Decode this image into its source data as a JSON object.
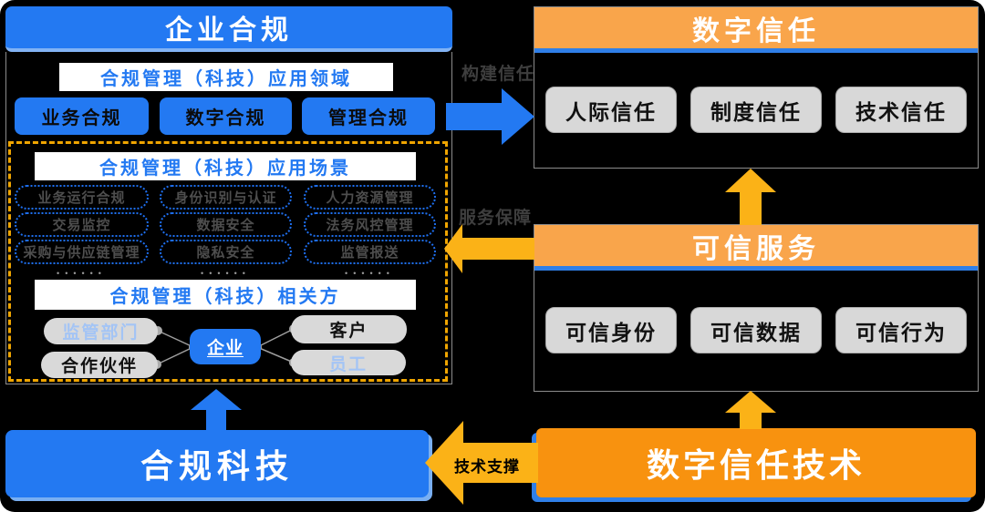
{
  "colors": {
    "blue": "#2379F2",
    "light_blue_edge": "#82B3F4",
    "orange_header": "#F9A54B",
    "deep_orange": "#F8920F",
    "yellow_arrow": "#FBB217",
    "dashed_border": "#F0A500",
    "gray_button": "#D8D8D8",
    "label_gray": "#3E3E3E",
    "light_blue_text": "#A3C4F5"
  },
  "left_panel": {
    "title": "企业合规",
    "domains": {
      "title": "合规管理（科技）应用领域",
      "items": [
        "业务合规",
        "数字合规",
        "管理合规"
      ]
    },
    "scenarios": {
      "title": "合规管理（科技）应用场景",
      "items": [
        "业务运行合规",
        "身份识别与认证",
        "人力资源管理",
        "交易监控",
        "数据安全",
        "法务风控管理",
        "采购与供应链管理",
        "隐私安全",
        "监管报送"
      ],
      "ellipsis": "••••••"
    },
    "stakeholders": {
      "title": "合规管理（科技）相关方",
      "center": "企业",
      "regulator": "监管部门",
      "customer": "客户",
      "partner": "合作伙伴",
      "employee": "员工"
    }
  },
  "bottom_left_box": {
    "label": "合规科技"
  },
  "digital_trust_panel": {
    "title": "数字信任",
    "items": [
      "人际信任",
      "制度信任",
      "技术信任"
    ]
  },
  "trusted_services_panel": {
    "title": "可信服务",
    "items": [
      "可信身份",
      "可信数据",
      "可信行为"
    ]
  },
  "bottom_right_box": {
    "label": "数字信任技术"
  },
  "arrow_labels": {
    "build_trust": "构建信任",
    "service_guarantee": "服务保障",
    "tech_support": "技术支撑"
  }
}
